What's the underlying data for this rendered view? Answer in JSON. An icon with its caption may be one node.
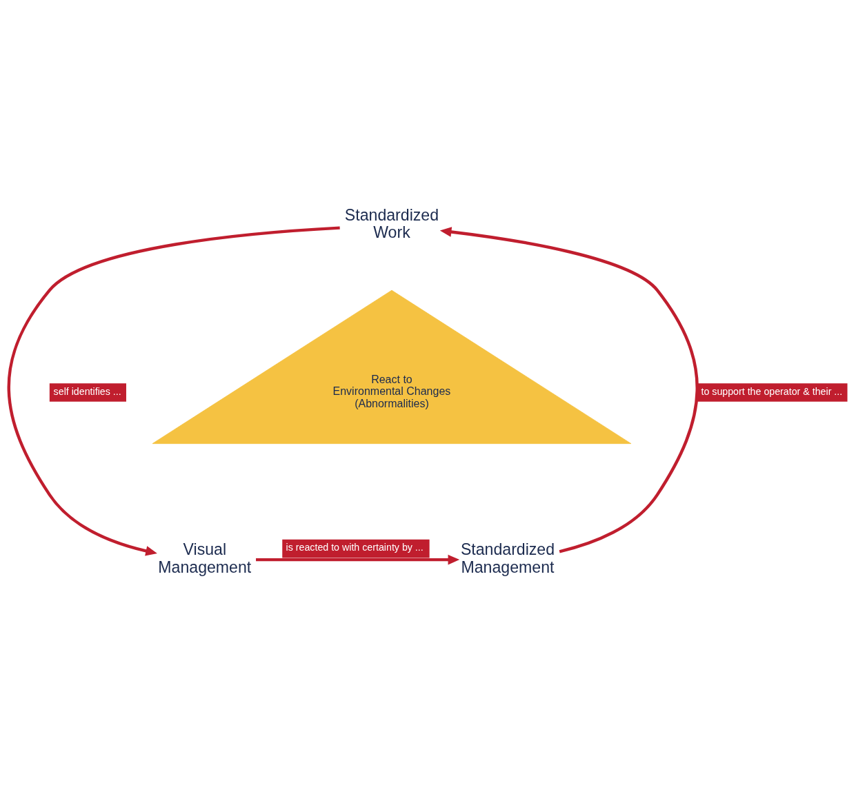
{
  "diagram": {
    "nodes": [
      {
        "text": [
          "Standardized Work"
        ]
      },
      {
        "text": [
          "Visual Management"
        ]
      },
      {
        "text": [
          "Standardized Management"
        ]
      },
      {
        "text": [
          "React to Environmental Changes (Abnormalities)"
        ]
      }
    ],
    "edges": [
      {
        "from": 0,
        "to": 1,
        "arrow": "to",
        "label": "self identifies ..."
      },
      {
        "from": 1,
        "to": 2,
        "arrow": "to",
        "label": "is reacted to with certainty by ..."
      },
      {
        "from": 2,
        "to": 0,
        "arrow": "to",
        "label": "to support the operator & their ..."
      }
    ]
  }
}
